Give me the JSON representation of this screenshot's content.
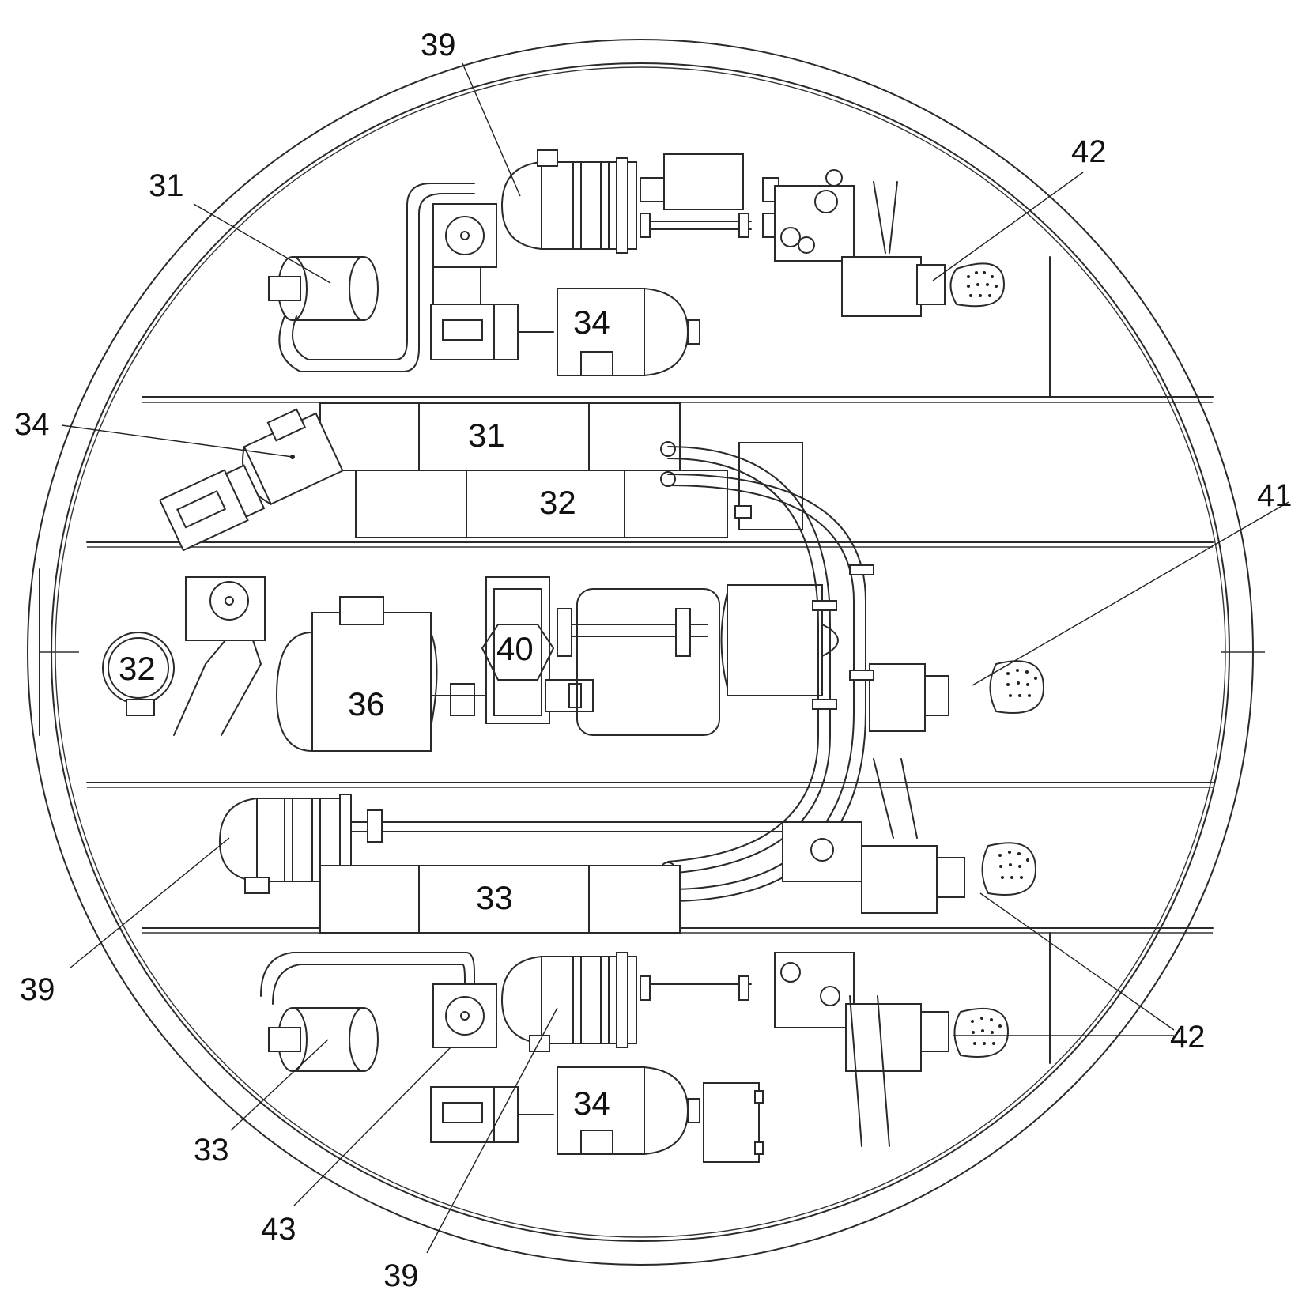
{
  "labels": {
    "r31_top": "31",
    "r39_top": "39",
    "r42_top": "42",
    "r34_left": "34",
    "r41_right": "41",
    "r39_left": "39",
    "r42_right": "42",
    "r33_bottom": "33",
    "r43_bottom": "43",
    "r39_bottom": "39"
  },
  "inline": {
    "tank34_top": "34",
    "box31": "31",
    "box32": "32",
    "small32": "32",
    "unit40": "40",
    "unit36": "36",
    "box33": "33",
    "tank34_bottom": "34"
  }
}
